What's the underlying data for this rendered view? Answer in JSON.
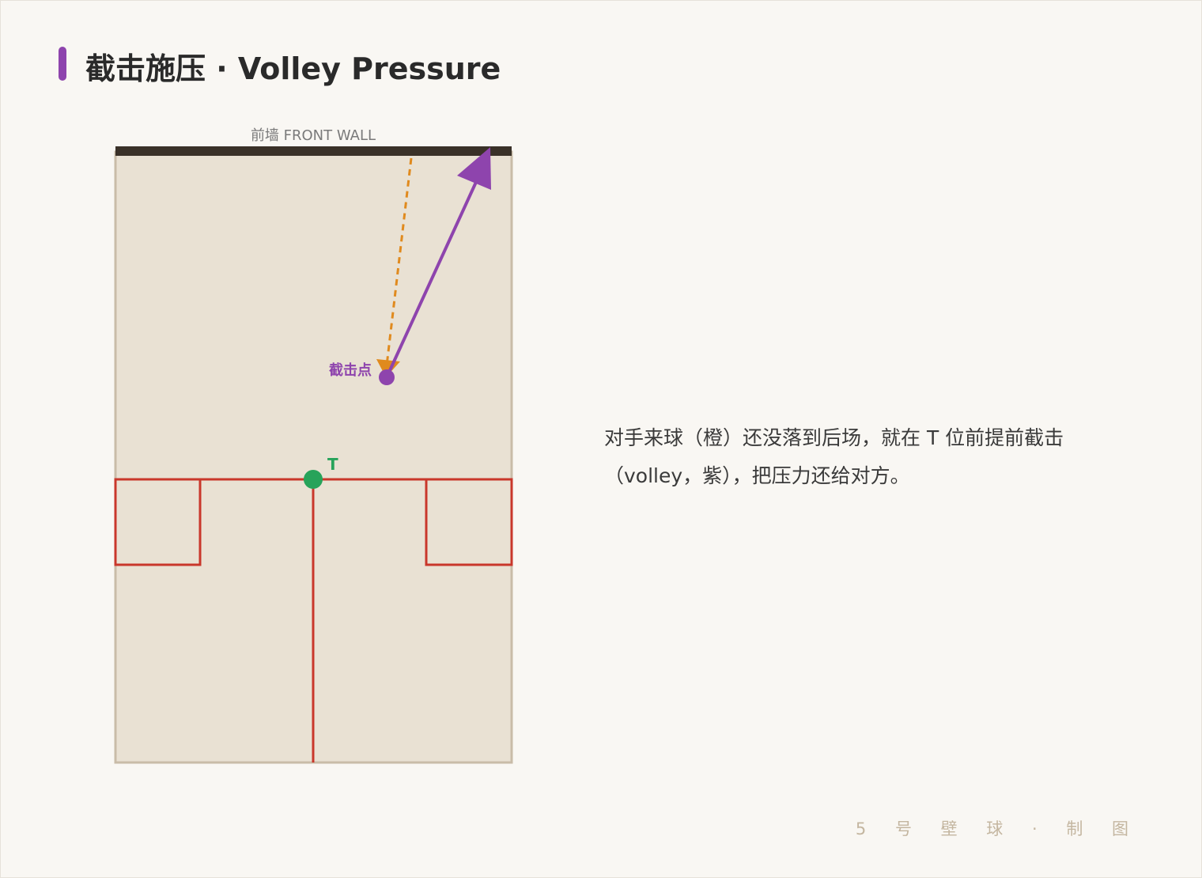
{
  "title": "截击施压 · Volley Pressure",
  "court": {
    "front_wall_label": "前墙 FRONT WALL",
    "volley_point_label": "截击点",
    "t_label": "T"
  },
  "caption": {
    "line1": "对手来球（橙）还没落到后场，就在 T 位前提前截击",
    "line2": "（volley，紫），把压力还给对方。"
  },
  "footer": "5 号 壁 球 · 制 图",
  "colors": {
    "accent": "#8e44ad",
    "court_floor": "#e9e1d3",
    "court_border": "#c9bca8",
    "front_wall": "#3a3128",
    "court_lines": "#c9372b",
    "incoming_ball": "#e08a1e",
    "volley_shot": "#8e44ad",
    "t_marker": "#27a35a"
  }
}
